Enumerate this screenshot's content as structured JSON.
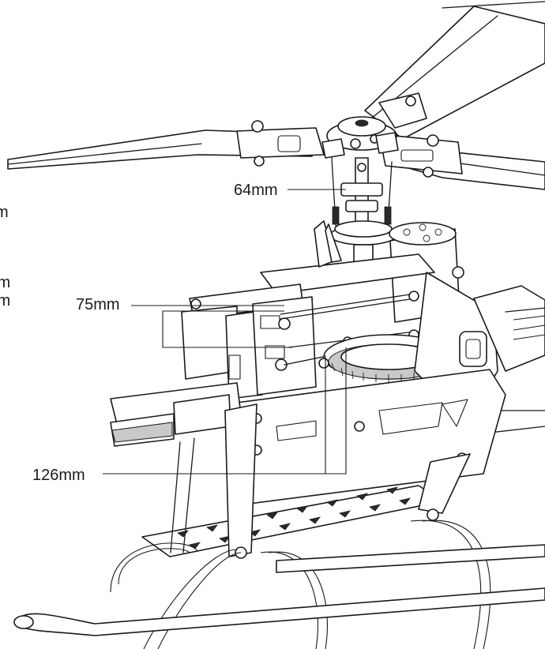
{
  "labels": {
    "mainshaft_dim": "64mm",
    "servo_dim": "75mm",
    "frame_dim": "126mm",
    "left_fragment_1": "m",
    "left_fragment_2": "im",
    "left_fragment_3": "im"
  },
  "colors": {
    "line": "#1a1a1a",
    "background": "#ffffff",
    "shade": "#c9c9c9"
  }
}
